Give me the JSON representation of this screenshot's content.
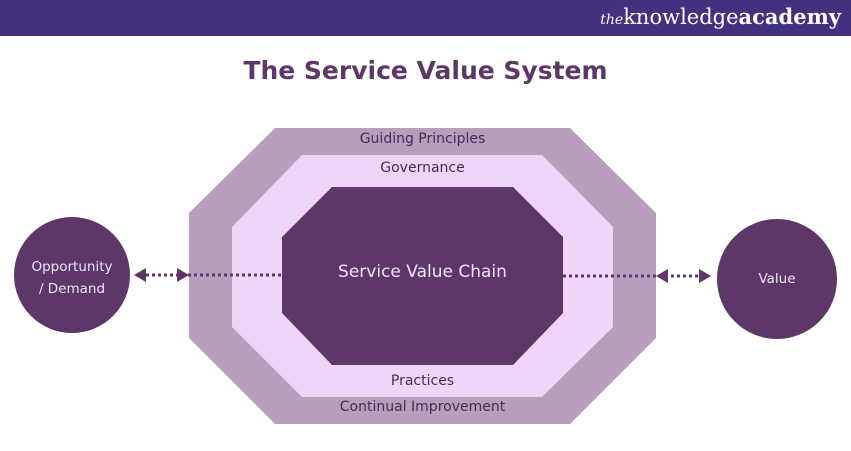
{
  "brand": {
    "prefix": "the",
    "word1": "knowledge",
    "word2": "academy"
  },
  "title": "The Service Value System",
  "layers": {
    "outer_top": "Guiding Principles",
    "outer_bottom": "Continual Improvement",
    "middle_top": "Governance",
    "middle_bottom": "Practices",
    "inner": "Service Value Chain"
  },
  "inputs": {
    "left": [
      "Opportunity",
      "/ Demand"
    ],
    "right": "Value"
  },
  "colors": {
    "header": "#43317f",
    "outer": "#b89dbd",
    "middle": "#efd6f8",
    "inner": "#5c3768",
    "text": "#5c3768"
  }
}
